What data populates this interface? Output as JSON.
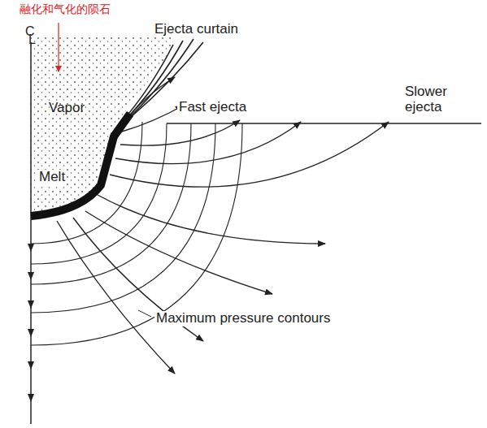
{
  "diagram": {
    "labels": [
      "融化和气化的陨石",
      "C",
      "L",
      "Ejecta curtain",
      "Vapor",
      "Fast ejecta",
      "Slower ejecta",
      "Melt",
      "Maximum pressure contours"
    ]
  }
}
